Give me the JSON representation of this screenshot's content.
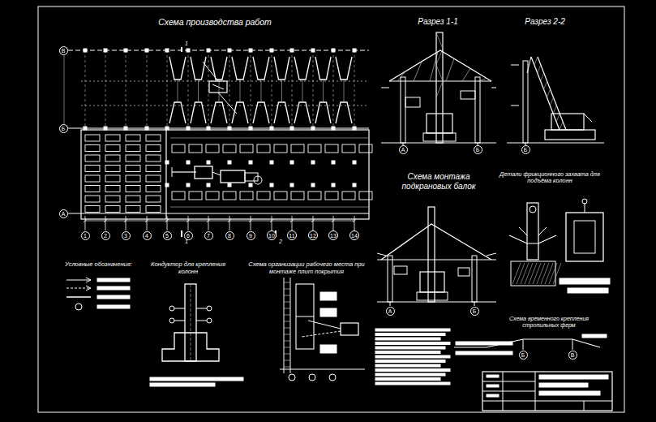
{
  "diagram": {
    "nodes": [
      {
        "text": [
          "В"
        ]
      },
      {
        "text": [
          "Б"
        ]
      },
      {
        "text": [
          "А"
        ]
      },
      {
        "text": [
          "1"
        ]
      },
      {
        "text": [
          "2"
        ]
      },
      {
        "text": [
          "3"
        ]
      },
      {
        "text": [
          "4"
        ]
      },
      {
        "text": [
          "5"
        ]
      },
      {
        "text": [
          "6"
        ]
      },
      {
        "text": [
          "7"
        ]
      },
      {
        "text": [
          "8"
        ]
      },
      {
        "text": [
          "9"
        ]
      },
      {
        "text": [
          "10"
        ]
      },
      {
        "text": [
          "11"
        ]
      },
      {
        "text": [
          "12"
        ]
      },
      {
        "text": [
          "13"
        ]
      },
      {
        "text": [
          "14"
        ]
      },
      {
        "text": [
          "А"
        ]
      },
      {
        "text": [
          "Б"
        ]
      },
      {
        "text": [
          "Б"
        ]
      },
      {
        "text": [
          "А"
        ]
      },
      {
        "text": [
          "Б"
        ]
      },
      {
        "text": [
          "Б"
        ]
      },
      {
        "text": [
          "В"
        ]
      }
    ],
    "labels": [
      "Схема производства работ",
      "1",
      "Разрез 1-1",
      "Разрез 2-2",
      "Схема монтажа подкрановых балок",
      "Детали фрикционного захвата для подъёма колонн",
      "1",
      "2",
      "Условные обозначения:",
      "Кондуктор для крепления колонн",
      "Схема организации рабочего места при монтаже плит покрытия",
      "Схема временного крепления стропильных ферм"
    ]
  }
}
